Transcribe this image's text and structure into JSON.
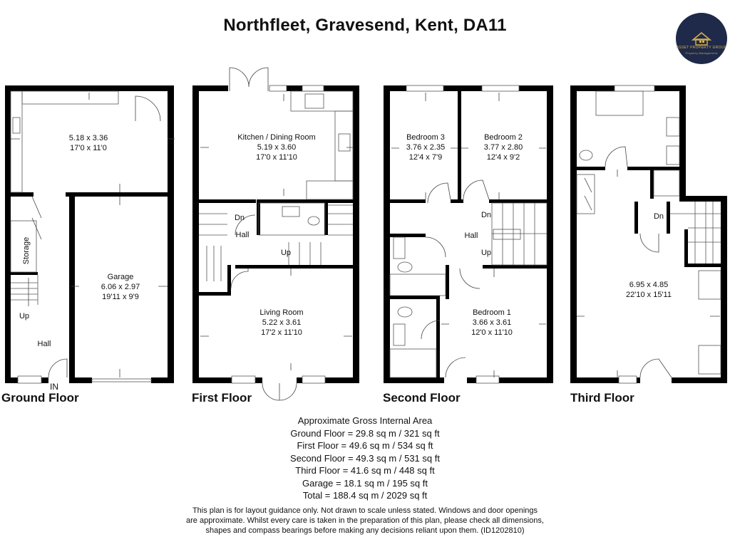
{
  "title": "Northfleet, Gravesend, Kent, DA11",
  "logo": {
    "line1": "ASSET PROPERTY GROUP",
    "line2": "Property Management"
  },
  "floors": {
    "ground": {
      "label": "Ground Floor",
      "rooms": {
        "room1": {
          "dims_m": "5.18 x 3.36",
          "dims_ft": "17'0 x 11'0"
        },
        "storage": {
          "name": "Storage"
        },
        "garage": {
          "name": "Garage",
          "dims_m": "6.06 x 2.97",
          "dims_ft": "19'11 x 9'9"
        },
        "hall": {
          "name": "Hall"
        },
        "up": "Up",
        "entrance": "IN"
      }
    },
    "first": {
      "label": "First Floor",
      "rooms": {
        "kitchen": {
          "name": "Kitchen / Dining Room",
          "dims_m": "5.19 x 3.60",
          "dims_ft": "17'0 x 11'10"
        },
        "living": {
          "name": "Living Room",
          "dims_m": "5.22 x 3.61",
          "dims_ft": "17'2 x 11'10"
        },
        "hall": "Hall",
        "dn": "Dn",
        "up": "Up"
      }
    },
    "second": {
      "label": "Second Floor",
      "rooms": {
        "bed3": {
          "name": "Bedroom 3",
          "dims_m": "3.76 x 2.35",
          "dims_ft": "12'4 x 7'9"
        },
        "bed2": {
          "name": "Bedroom 2",
          "dims_m": "3.77 x 2.80",
          "dims_ft": "12'4 x 9'2"
        },
        "bed1": {
          "name": "Bedroom 1",
          "dims_m": "3.66 x 3.61",
          "dims_ft": "12'0 x 11'10"
        },
        "hall": "Hall",
        "dn": "Dn",
        "up": "Up"
      }
    },
    "third": {
      "label": "Third Floor",
      "rooms": {
        "main": {
          "dims_m": "6.95 x 4.85",
          "dims_ft": "22'10 x 15'11"
        },
        "dn": "Dn"
      }
    }
  },
  "area": {
    "heading": "Approximate Gross Internal Area",
    "lines": [
      "Ground Floor = 29.8 sq m / 321 sq ft",
      "First Floor = 49.6 sq m / 534 sq ft",
      "Second Floor = 49.3 sq m / 531 sq ft",
      "Third Floor = 41.6 sq m / 448 sq ft",
      "Garage = 18.1 sq m / 195 sq ft",
      "Total = 188.4 sq m / 2029 sq ft"
    ]
  },
  "disclaimer": [
    "This plan is for layout guidance only. Not drawn to scale unless stated. Windows and door openings",
    "are approximate. Whilst every care is taken in the preparation of this plan, please check all dimensions,",
    "shapes and compass bearings before making any decisions reliant upon them. (ID1202810)"
  ]
}
